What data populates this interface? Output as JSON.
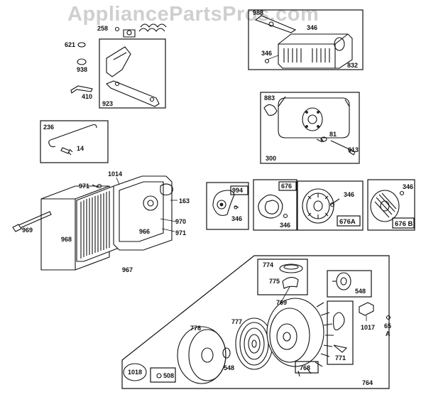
{
  "watermark": "AppliancePartsPros.com",
  "labels": {
    "p258": "258",
    "p621": "621",
    "p938": "938",
    "p410": "410",
    "p923": "923",
    "p988": "988",
    "p346a": "346",
    "p346b": "346",
    "p832": "832",
    "p883": "883",
    "p81": "81",
    "p613": "613",
    "p300": "300",
    "p236": "236",
    "p14": "14",
    "p1014": "1014",
    "p971a": "971",
    "p163": "163",
    "p970": "970",
    "p971b": "971",
    "p969": "969",
    "p968": "968",
    "p966": "966",
    "p967": "967",
    "p994": "994",
    "p346c": "346",
    "p676": "676",
    "p346d": "346",
    "p346e": "346",
    "p676A": "676A",
    "p346f": "346",
    "p676B": "676 B",
    "p774": "774",
    "p775": "775",
    "p769": "769",
    "p548a": "548",
    "p778": "778",
    "p777": "777",
    "p1017": "1017",
    "p65": "65",
    "p65A": "A",
    "p771": "771",
    "p1018": "1018",
    "p508": "508",
    "p548b": "548",
    "p768": "768",
    "p764": "764"
  }
}
